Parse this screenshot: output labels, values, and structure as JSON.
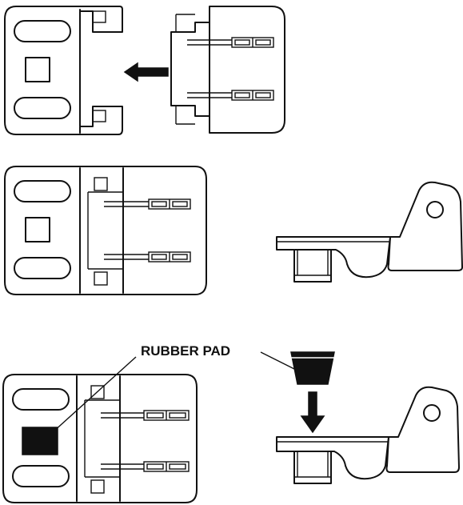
{
  "callouts": {
    "rubber_pad": "RUBBER PAD"
  },
  "arrows": {
    "insert_direction": "left",
    "pad_direction": "down"
  },
  "icons": {
    "left_arrow": "left-arrow-icon",
    "down_arrow": "down-arrow-icon"
  }
}
